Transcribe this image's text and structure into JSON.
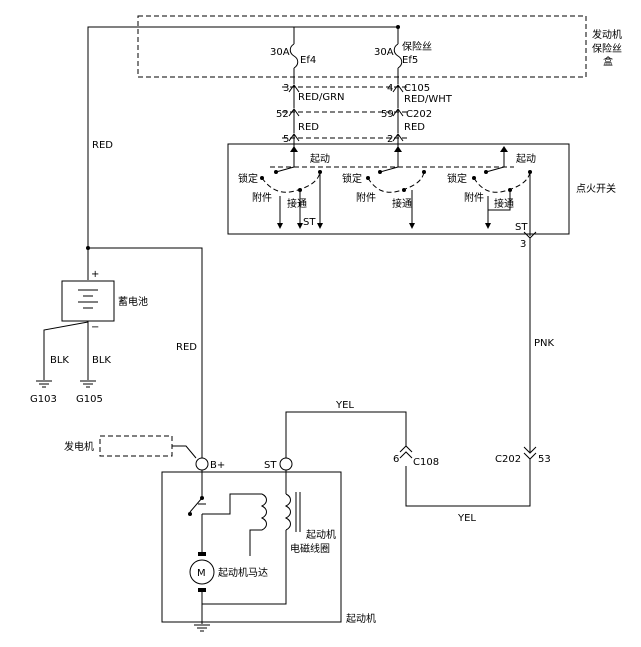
{
  "fuse_box": {
    "label": "发动机保险丝盒",
    "label_lines": [
      "发动机",
      "保险丝",
      "盒"
    ]
  },
  "fuses": [
    {
      "rating": "30A",
      "name": "Ef4"
    },
    {
      "rating": "30A",
      "name": "保险丝",
      "name2": "Ef5"
    }
  ],
  "wires": {
    "red": "RED",
    "red_grn": "RED/GRN",
    "red_wht": "RED/WHT",
    "blk": "BLK",
    "pnk": "PNK",
    "yel": "YEL"
  },
  "connectors": {
    "c105": "C105",
    "c202": "C202",
    "c108": "C108",
    "pin_3": "3",
    "pin_4": "4",
    "pin_52": "52",
    "pin_59": "59",
    "pin_5": "5",
    "pin_2": "2",
    "pin_3b": "3",
    "pin_6": "6",
    "pin_53": "53"
  },
  "ignition_switch": {
    "label": "点火开关",
    "start": "起动",
    "lock": "锁定",
    "acc": "附件",
    "on": "接通",
    "st": "ST"
  },
  "battery": {
    "label": "蓄电池",
    "plus": "+",
    "minus": "−"
  },
  "grounds": [
    "G103",
    "G105"
  ],
  "generator": {
    "label": "发电机"
  },
  "starter": {
    "label": "起动机",
    "b_terminal": "B+",
    "st_terminal": "ST",
    "solenoid_line1": "起动机",
    "solenoid_line2": "电磁线圈",
    "motor": "起动机马达",
    "motor_symbol": "M"
  }
}
